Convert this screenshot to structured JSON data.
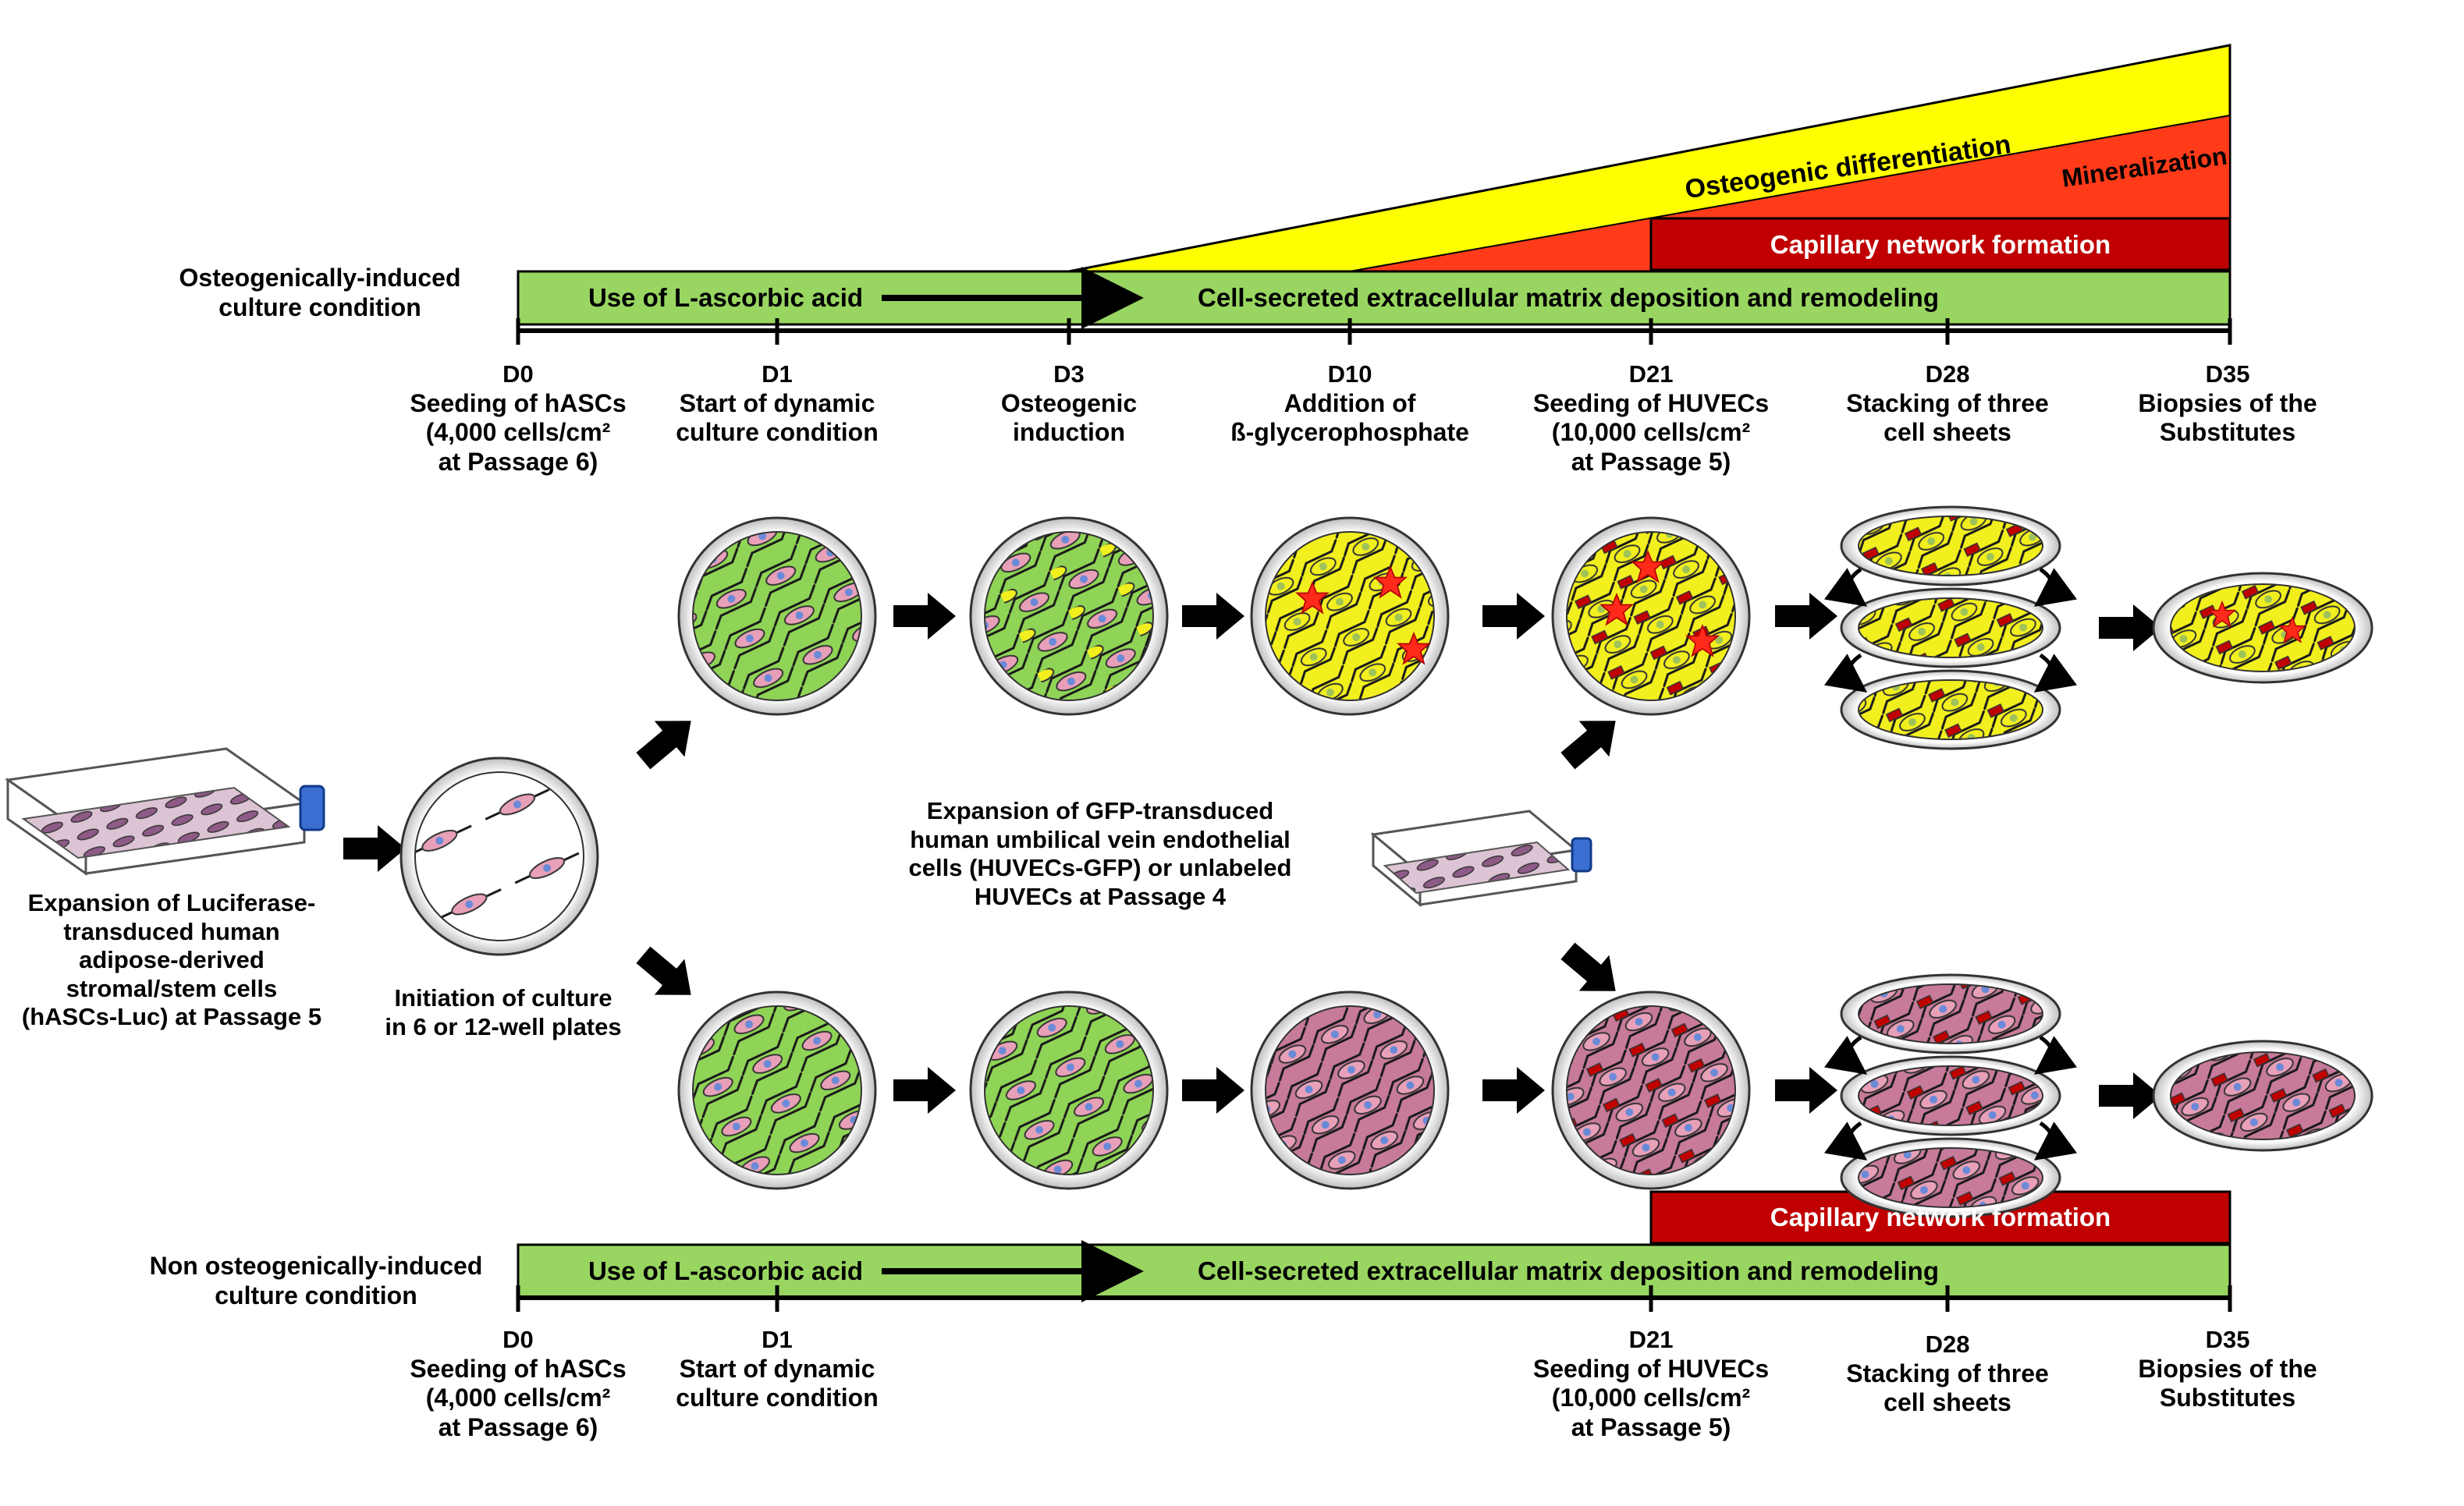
{
  "top_condition": {
    "label_line1": "Osteogenically-induced",
    "label_line2": "culture condition",
    "green_bar": {
      "ascorbic": "Use of L-ascorbic acid",
      "matrix": "Cell-secreted extracellular matrix deposition and remodeling"
    },
    "osteo_diff": "Osteogenic differentiation",
    "mineralization": "Mineralization",
    "capillary": "Capillary network formation",
    "timepoints": [
      {
        "day": "D0",
        "lines": [
          "Seeding of hASCs",
          "(4,000 cells/cm²",
          "at Passage 6)"
        ]
      },
      {
        "day": "D1",
        "lines": [
          "Start of dynamic",
          "culture condition"
        ]
      },
      {
        "day": "D3",
        "lines": [
          "Osteogenic",
          "induction"
        ]
      },
      {
        "day": "D10",
        "lines": [
          "Addition of",
          "ß-glycerophosphate"
        ]
      },
      {
        "day": "D21",
        "lines": [
          "Seeding of HUVECs",
          "(10,000 cells/cm²",
          "at Passage 5)"
        ]
      },
      {
        "day": "D28",
        "lines": [
          "Stacking of three",
          "cell sheets"
        ]
      },
      {
        "day": "D35",
        "lines": [
          "Biopsies of the",
          "Substitutes"
        ]
      }
    ]
  },
  "bottom_condition": {
    "label_line1": "Non osteogenically-induced",
    "label_line2": "culture condition",
    "green_bar": {
      "ascorbic": "Use of L-ascorbic acid",
      "matrix": "Cell-secreted extracellular matrix deposition and remodeling"
    },
    "capillary": "Capillary network formation",
    "timepoints": [
      {
        "day": "D0",
        "lines": [
          "Seeding of hASCs",
          "(4,000 cells/cm²",
          "at Passage 6)"
        ]
      },
      {
        "day": "D1",
        "lines": [
          "Start of dynamic",
          "culture condition"
        ]
      },
      {
        "day": "D21",
        "lines": [
          "Seeding of HUVECs",
          "(10,000 cells/cm²",
          "at Passage 5)"
        ]
      },
      {
        "day": "D28",
        "lines": [
          "Stacking of three",
          "cell sheets"
        ]
      },
      {
        "day": "D35",
        "lines": [
          "Biopsies of the",
          "Substitutes"
        ]
      }
    ]
  },
  "left_flask": {
    "lines": [
      "Expansion of Luciferase-",
      "transduced human",
      "adipose-derived",
      "stromal/stem cells",
      "(hASCs-Luc)  at Passage 5"
    ]
  },
  "initiation": {
    "lines": [
      "Initiation of culture",
      "in 6 or 12-well plates"
    ]
  },
  "huvec_flask": {
    "lines": [
      "Expansion of GFP-transduced",
      "human umbilical vein endothelial",
      "cells (HUVECs-GFP) or unlabeled",
      "HUVECs at Passage 4"
    ]
  },
  "colors": {
    "green_bar": "#99d661",
    "yellow": "#ffff00",
    "orange_red": "#ff3b1a",
    "dark_red": "#c00000",
    "dish_green": "#8fd456",
    "dish_yellow": "#f2ef1e",
    "cell_pink": "#e8a0b8",
    "nucleus_blue": "#6a8ad8"
  }
}
